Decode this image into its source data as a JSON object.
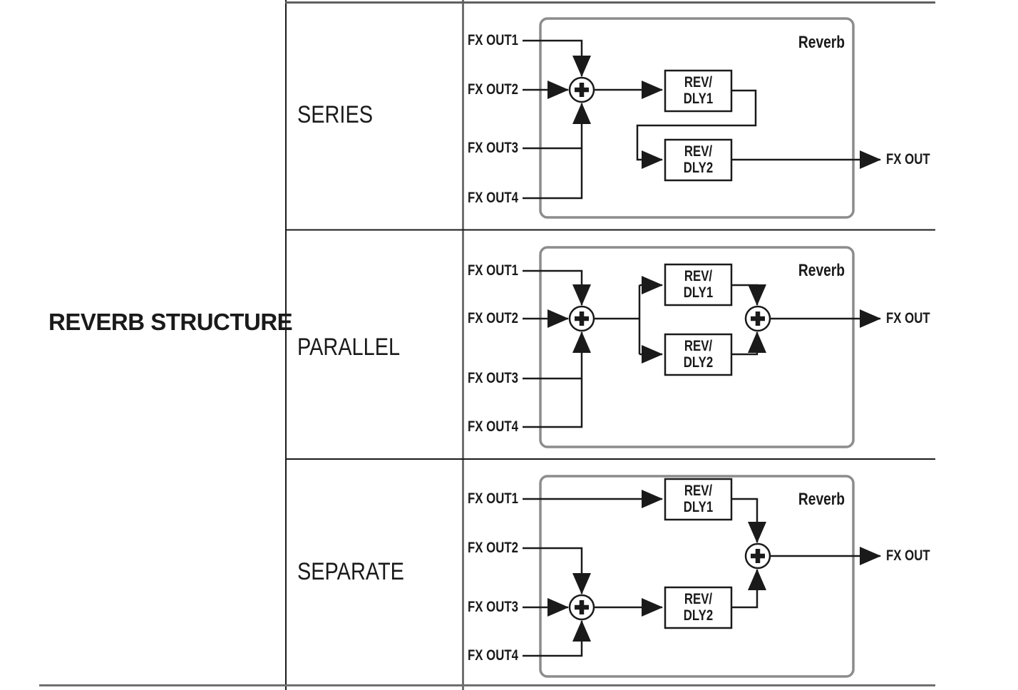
{
  "table": {
    "row_header": "REVERB STRUCTURE",
    "rows": [
      {
        "label": "SERIES"
      },
      {
        "label": "PARALLEL"
      },
      {
        "label": "SEPARATE"
      }
    ]
  },
  "diagram": {
    "container_label": "Reverb",
    "inputs": [
      "FX OUT1",
      "FX OUT2",
      "FX OUT3",
      "FX OUT4"
    ],
    "output_label": "FX OUT",
    "block1_label": "REV/\nDLY1",
    "block2_label": "REV/\nDLY2",
    "sum_symbol": "+"
  },
  "colors": {
    "line": "#1a1a1a",
    "container_stroke": "#8c8c8c",
    "table_gray": "#6f6f6f",
    "text": "#1a1a1a",
    "background": "#ffffff"
  }
}
